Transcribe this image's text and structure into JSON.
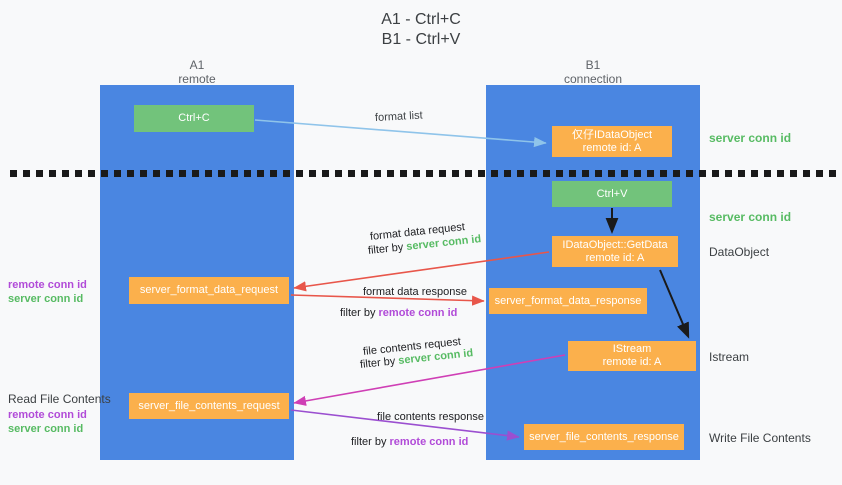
{
  "title": {
    "line1": "A1 - Ctrl+C",
    "line2": "B1 - Ctrl+V"
  },
  "columns": [
    {
      "name": "A1",
      "sub": "remote"
    },
    {
      "name": "B1",
      "sub": "connection"
    }
  ],
  "boxes": {
    "ctrl_c": {
      "line1": "Ctrl+C",
      "color": "#72c37b"
    },
    "idataobject": {
      "line1": "仅仔IDataObject",
      "line2": "remote id: A",
      "color": "#fbb04c"
    },
    "ctrl_v": {
      "line1": "Ctrl+V",
      "color": "#72c37b"
    },
    "getdata": {
      "line1": "IDataObject::GetData",
      "line2": "remote id: A",
      "color": "#fbb04c"
    },
    "format_data_request": {
      "line1": "server_format_data_request",
      "color": "#fbb04c"
    },
    "format_data_response": {
      "line1": "server_format_data_response",
      "color": "#fbb04c"
    },
    "istream": {
      "line1": "IStream",
      "line2": "remote id: A",
      "color": "#fbb04c"
    },
    "file_contents_request": {
      "line1": "server_file_contents_request",
      "color": "#fbb04c"
    },
    "file_contents_response": {
      "line1": "server_file_contents_response",
      "color": "#fbb04c"
    }
  },
  "side_labels": {
    "server_conn_id_1": "server conn id",
    "server_conn_id_2": "server conn id",
    "dataobject": "DataObject",
    "istream": "Istream",
    "write_file_contents": "Write File Contents"
  },
  "left_labels": {
    "remote_conn_id_1": "remote conn id",
    "server_conn_id_1": "server conn id",
    "read_file_contents": "Read File Contents",
    "remote_conn_id_2": "remote conn id",
    "server_conn_id_2": "server conn id"
  },
  "annotations": {
    "format_list": "format list",
    "format_data_request": "format data request",
    "format_data_request_filter_prefix": "filter by ",
    "format_data_request_filter_value": "server conn id",
    "format_data_response": "format data response",
    "format_data_response_filter_prefix": "filter by ",
    "format_data_response_filter_value": "remote conn id",
    "file_contents_request": "file contents request",
    "file_contents_request_filter_prefix": "filter by ",
    "file_contents_request_filter_value": "server conn id",
    "file_contents_response": "file contents response",
    "file_contents_response_filter_prefix": "filter by ",
    "file_contents_response_filter_value": "remote conn id"
  },
  "colors": {
    "lane": "#4a86e1",
    "green_box": "#72c37b",
    "orange_box": "#fbb04c",
    "green_text": "#57bb63",
    "purple_text": "#b14bd8",
    "red_arrow": "#e8564a",
    "blue_arrow": "#8fc4ea",
    "magenta_arrow": "#cf3fb5",
    "purple_arrow": "#9b4fd0",
    "black_arrow": "#1a1a1a",
    "background": "#f8f9fa"
  }
}
